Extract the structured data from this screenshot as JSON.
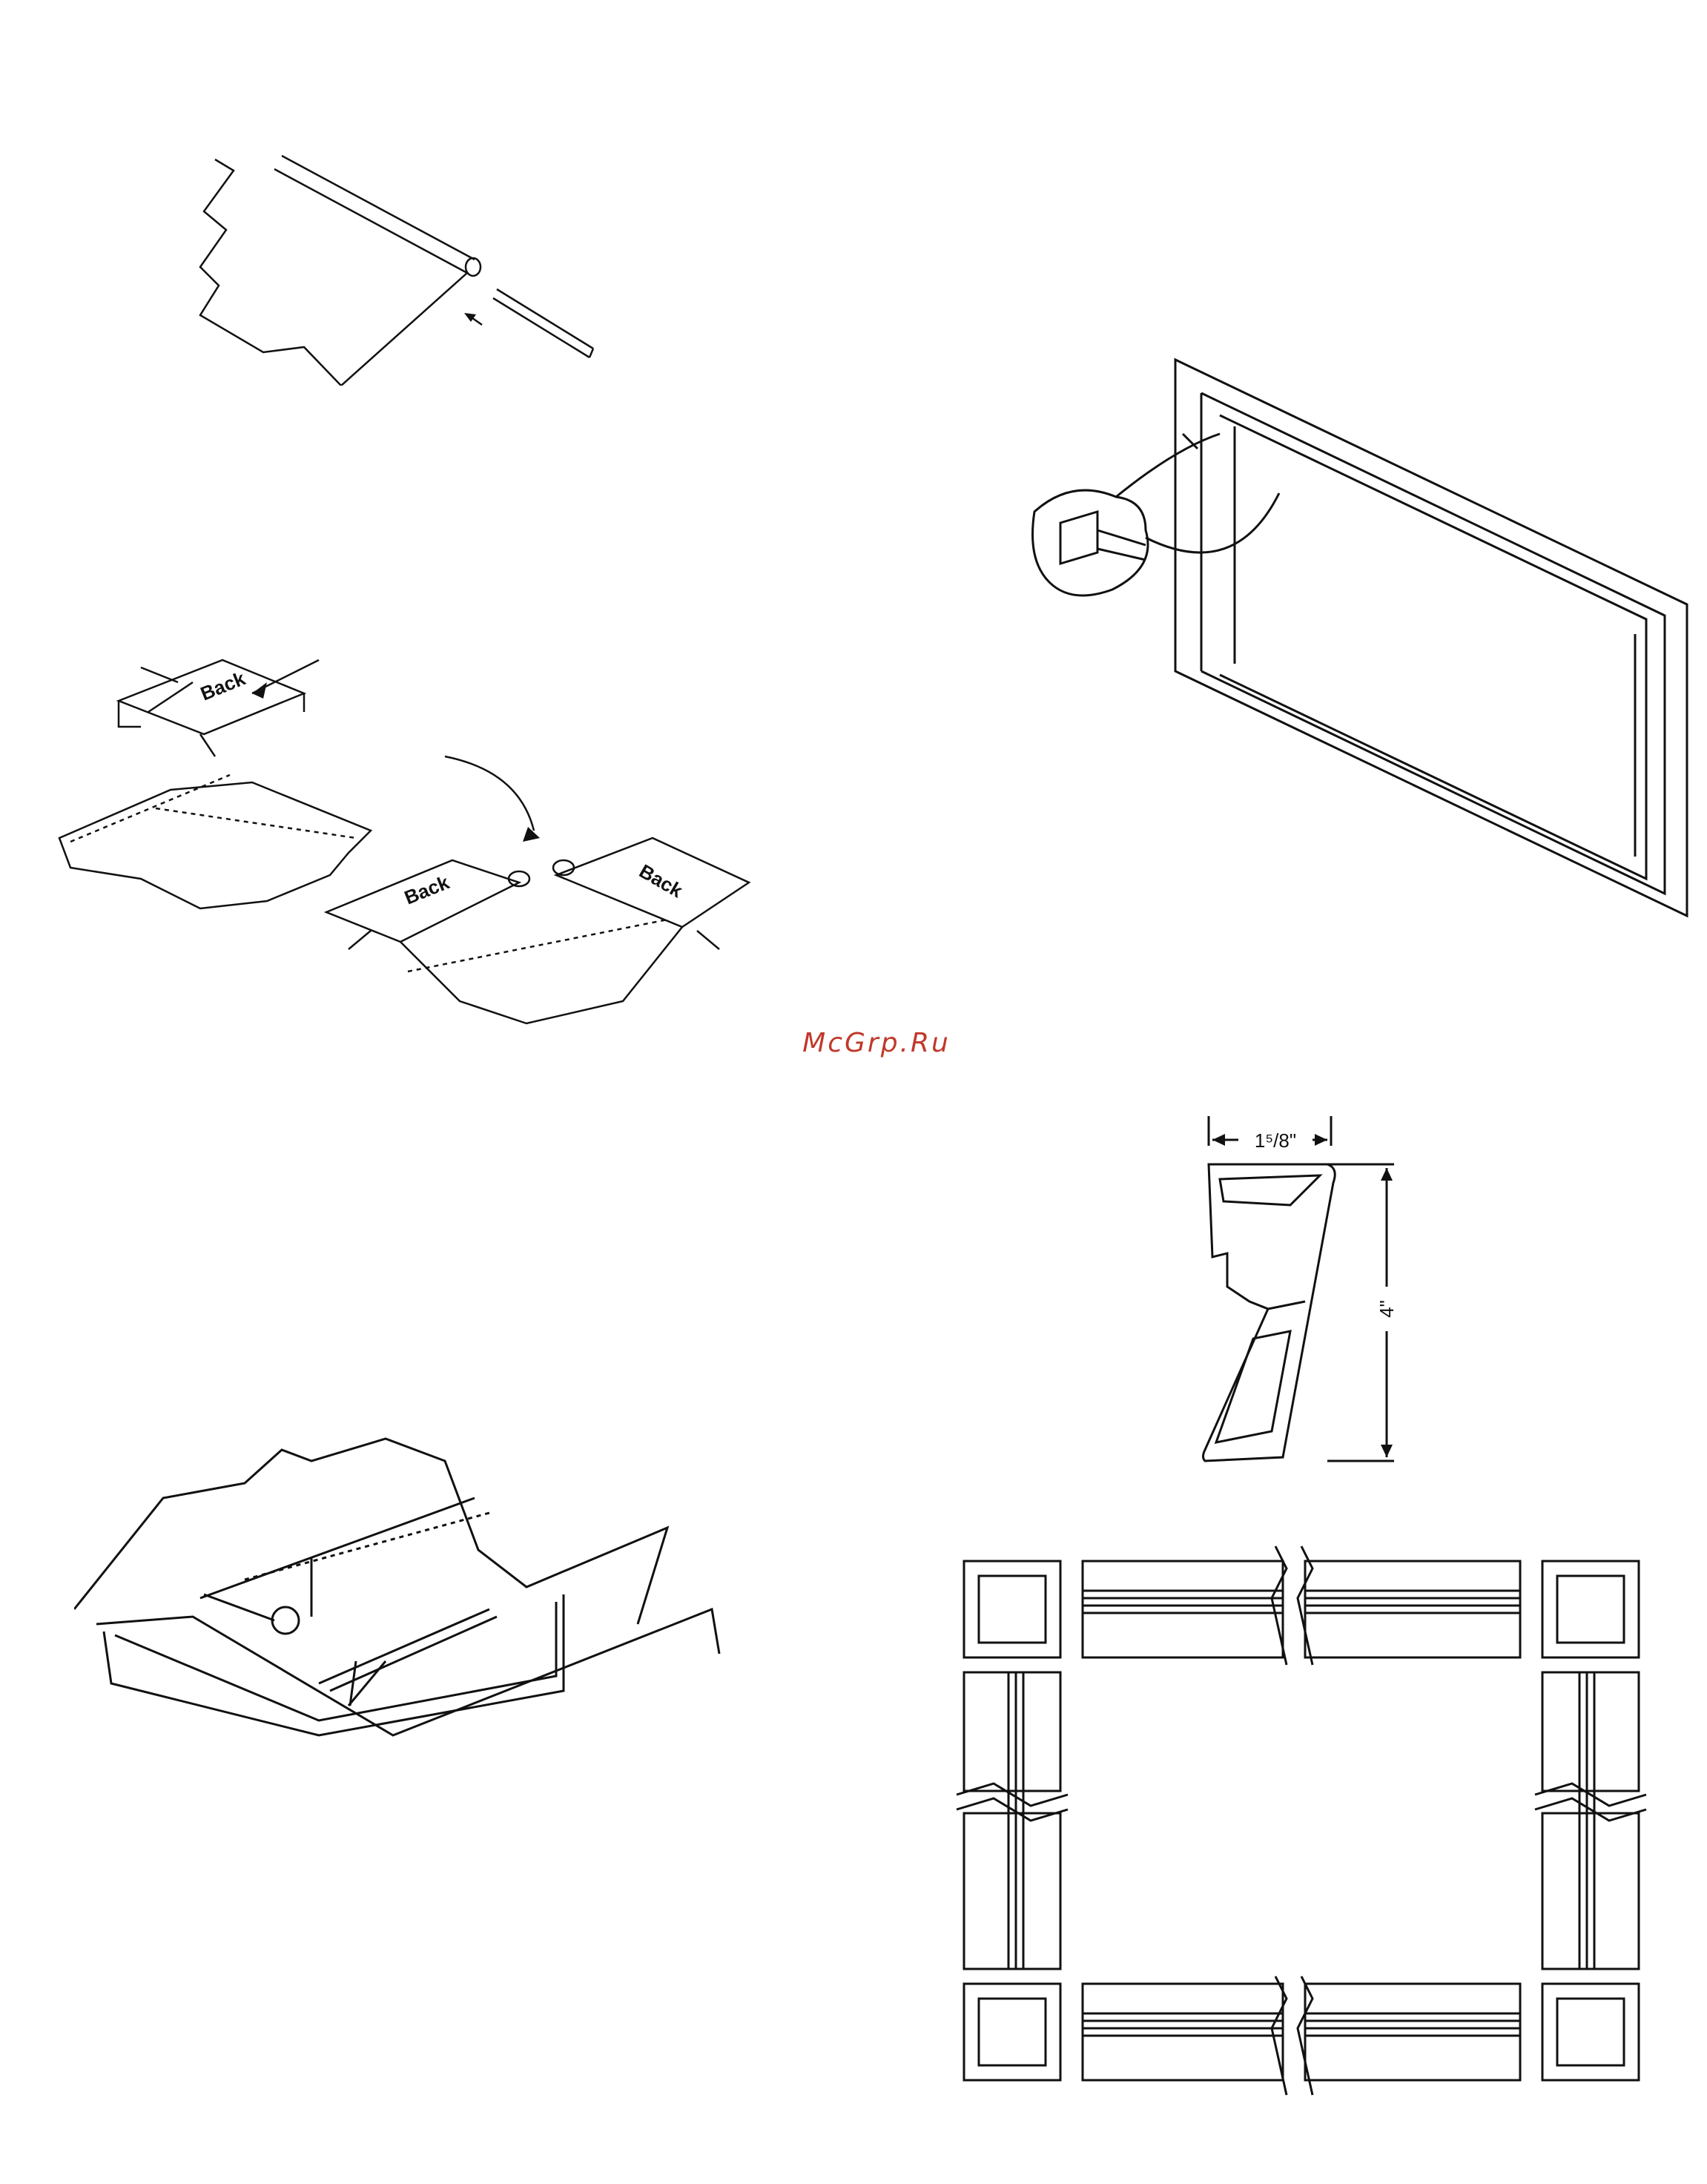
{
  "watermark": {
    "text": "McGrp.Ru",
    "color": "#c0392b"
  },
  "figures": {
    "roll": {
      "icon": "screen-roll-with-rod"
    },
    "back_clips": {
      "label_1": "Back",
      "label_2": "Back",
      "label_3": "Back"
    },
    "frame_perspective": {
      "icon": "frame-with-corner-bracket-detail"
    },
    "extrusion_detail": {
      "icon": "frame-extrusion-snap-in-detail"
    },
    "profile": {
      "width_label": "1⁵/8\"",
      "height_label": "4\""
    },
    "frame_plan": {
      "icon": "frame-corner-assembly-plan"
    }
  }
}
